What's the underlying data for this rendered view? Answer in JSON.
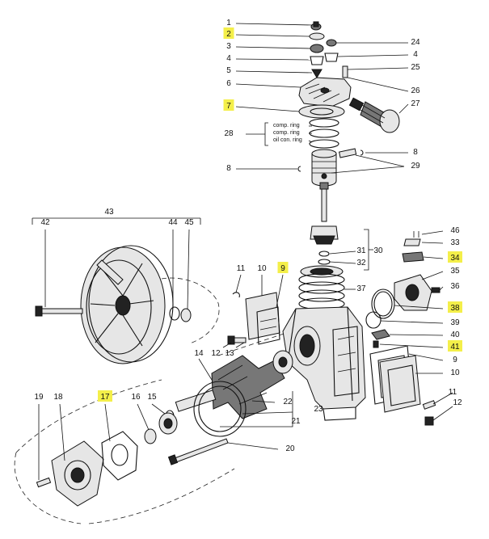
{
  "ring_labels": [
    "comp. ring",
    "comp. ring",
    "oil con. ring"
  ],
  "highlight_color": "#f4ef4a",
  "callouts": [
    {
      "id": "c1",
      "text": "1",
      "highlighted": false
    },
    {
      "id": "c2",
      "text": "2",
      "highlighted": true
    },
    {
      "id": "c3",
      "text": "3",
      "highlighted": false
    },
    {
      "id": "c4a",
      "text": "4",
      "highlighted": false
    },
    {
      "id": "c5",
      "text": "5",
      "highlighted": false
    },
    {
      "id": "c6",
      "text": "6",
      "highlighted": false
    },
    {
      "id": "c7",
      "text": "7",
      "highlighted": true
    },
    {
      "id": "c28",
      "text": "28",
      "highlighted": false
    },
    {
      "id": "c8a",
      "text": "8",
      "highlighted": false
    },
    {
      "id": "c24",
      "text": "24",
      "highlighted": false
    },
    {
      "id": "c4b",
      "text": "4",
      "highlighted": false
    },
    {
      "id": "c25",
      "text": "25",
      "highlighted": false
    },
    {
      "id": "c26",
      "text": "26",
      "highlighted": false
    },
    {
      "id": "c27",
      "text": "27",
      "highlighted": false
    },
    {
      "id": "c8b",
      "text": "8",
      "highlighted": false
    },
    {
      "id": "c29",
      "text": "29",
      "highlighted": false
    },
    {
      "id": "c43",
      "text": "43",
      "highlighted": false
    },
    {
      "id": "c42",
      "text": "42",
      "highlighted": false
    },
    {
      "id": "c44",
      "text": "44",
      "highlighted": false
    },
    {
      "id": "c45",
      "text": "45",
      "highlighted": false
    },
    {
      "id": "c46",
      "text": "46",
      "highlighted": false
    },
    {
      "id": "c33",
      "text": "33",
      "highlighted": false
    },
    {
      "id": "c34",
      "text": "34",
      "highlighted": true
    },
    {
      "id": "c31",
      "text": "31",
      "highlighted": false
    },
    {
      "id": "c30",
      "text": "30",
      "highlighted": false
    },
    {
      "id": "c32",
      "text": "32",
      "highlighted": false
    },
    {
      "id": "c11a",
      "text": "11",
      "highlighted": false
    },
    {
      "id": "c10a",
      "text": "10",
      "highlighted": false
    },
    {
      "id": "c9a",
      "text": "9",
      "highlighted": true
    },
    {
      "id": "c37",
      "text": "37",
      "highlighted": false
    },
    {
      "id": "c35",
      "text": "35",
      "highlighted": false
    },
    {
      "id": "c36",
      "text": "36",
      "highlighted": false
    },
    {
      "id": "c38",
      "text": "38",
      "highlighted": true
    },
    {
      "id": "c39",
      "text": "39",
      "highlighted": false
    },
    {
      "id": "c40",
      "text": "40",
      "highlighted": false
    },
    {
      "id": "c41",
      "text": "41",
      "highlighted": true
    },
    {
      "id": "c9b",
      "text": "9",
      "highlighted": false
    },
    {
      "id": "c10b",
      "text": "10",
      "highlighted": false
    },
    {
      "id": "c12a",
      "text": "12",
      "highlighted": false
    },
    {
      "id": "c13",
      "text": "13",
      "highlighted": false
    },
    {
      "id": "c14",
      "text": "14",
      "highlighted": false
    },
    {
      "id": "c22",
      "text": "22",
      "highlighted": false
    },
    {
      "id": "c23",
      "text": "23",
      "highlighted": false
    },
    {
      "id": "c21",
      "text": "21",
      "highlighted": false
    },
    {
      "id": "c20",
      "text": "20",
      "highlighted": false
    },
    {
      "id": "c11b",
      "text": "11",
      "highlighted": false
    },
    {
      "id": "c12b",
      "text": "12",
      "highlighted": false
    },
    {
      "id": "c19",
      "text": "19",
      "highlighted": false
    },
    {
      "id": "c18",
      "text": "18",
      "highlighted": false
    },
    {
      "id": "c17",
      "text": "17",
      "highlighted": true
    },
    {
      "id": "c16",
      "text": "16",
      "highlighted": false
    },
    {
      "id": "c15",
      "text": "15",
      "highlighted": false
    }
  ]
}
